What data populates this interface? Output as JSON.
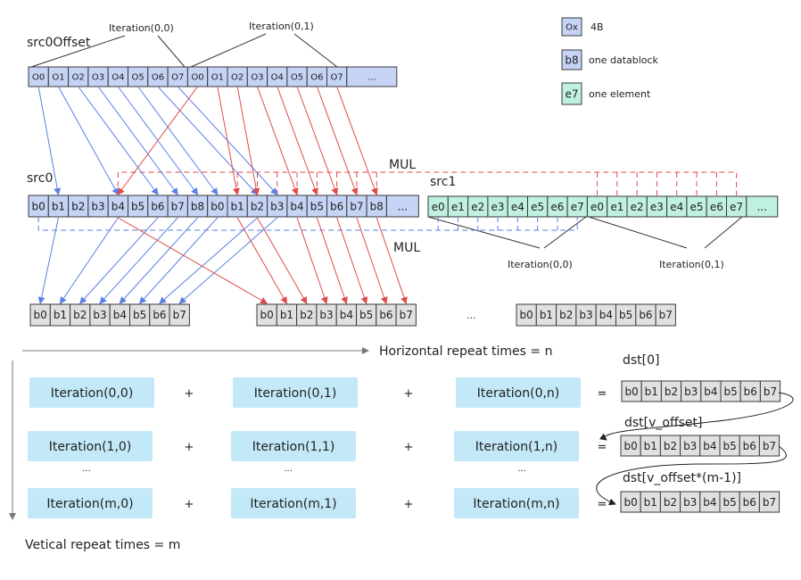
{
  "labels": {
    "src0_offset": "src0Offset",
    "src0": "src0",
    "src1": "src1",
    "mul": "MUL",
    "ellipsis": "...",
    "iteration_0_0": "Iteration(0,0)",
    "iteration_0_1": "Iteration(0,1)",
    "horizontal_repeat": "Horizontal repeat times = n",
    "vertical_repeat": "Vetical repeat times = m",
    "plus": "+",
    "equals": "=",
    "dst_0": "dst[0]",
    "dst_v_offset": "dst[v_offset]",
    "dst_v_offset_m": "dst[v_offset*(m-1)]"
  },
  "legend": [
    {
      "swatch": "Ox",
      "text": "4B",
      "color": "#c5d3f5"
    },
    {
      "swatch": "b8",
      "text": "one datablock",
      "color": "#c5d3f5"
    },
    {
      "swatch": "e7",
      "text": "one element",
      "color": "#bff0e0"
    }
  ],
  "offset_cells": [
    "O0",
    "O1",
    "O2",
    "O3",
    "O4",
    "O5",
    "O6",
    "O7",
    "O0",
    "O1",
    "O2",
    "O3",
    "O4",
    "O5",
    "O6",
    "O7",
    "..."
  ],
  "src0_cells": [
    "b0",
    "b1",
    "b2",
    "b3",
    "b4",
    "b5",
    "b6",
    "b7",
    "b8",
    "b0",
    "b1",
    "b2",
    "b3",
    "b4",
    "b5",
    "b6",
    "b7",
    "b8",
    "..."
  ],
  "src1_cells": [
    "e0",
    "e1",
    "e2",
    "e3",
    "e4",
    "e5",
    "e6",
    "e7",
    "e0",
    "e1",
    "e2",
    "e3",
    "e4",
    "e5",
    "e6",
    "e7",
    "..."
  ],
  "result_cells": [
    "b0",
    "b1",
    "b2",
    "b3",
    "b4",
    "b5",
    "b6",
    "b7"
  ],
  "dst_cells": [
    "b0",
    "b1",
    "b2",
    "b3",
    "b4",
    "b5",
    "b6",
    "b7"
  ],
  "grid": [
    [
      "Iteration(0,0)",
      "Iteration(0,1)",
      "Iteration(0,n)"
    ],
    [
      "Iteration(1,0)",
      "Iteration(1,1)",
      "Iteration(1,n)"
    ],
    [
      "Iteration(m,0)",
      "Iteration(m,1)",
      "Iteration(m,n)"
    ]
  ],
  "colors": {
    "offset_fill": "#c5d3f5",
    "src0_fill": "#c5d3f5",
    "src1_fill": "#bff0e0",
    "result_fill": "#e0e0e0",
    "iteration_fill": "#c3e8f8",
    "blue_arrow": "#5b7fe6",
    "red_arrow": "#e04a4a"
  }
}
